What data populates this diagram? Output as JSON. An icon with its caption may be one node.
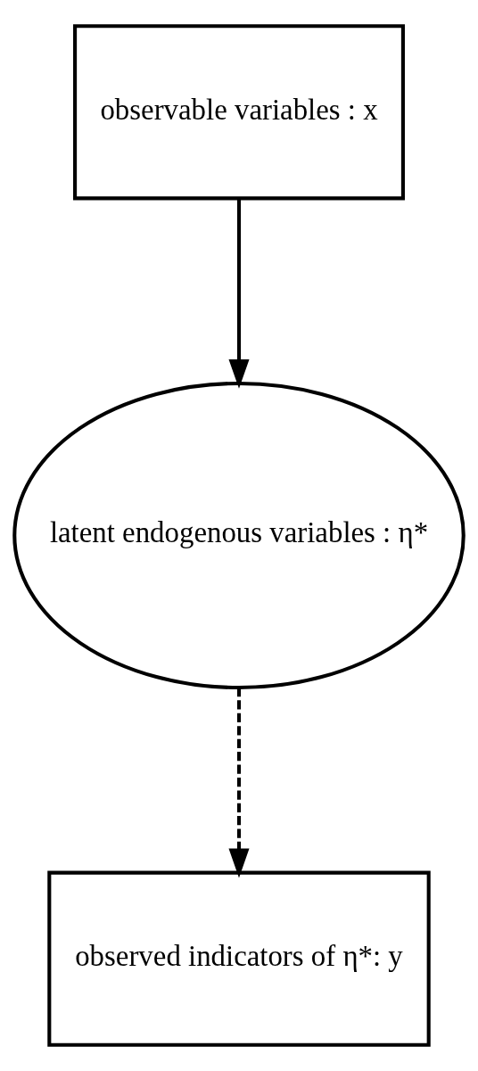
{
  "diagram": {
    "nodes": [
      {
        "text": [
          "observable variables : x"
        ]
      },
      {
        "text": [
          "latent endogenous variables : η*"
        ]
      },
      {
        "text": [
          "observed indicators of η*: y"
        ]
      }
    ],
    "edges": [
      {
        "from": 0,
        "to": 1,
        "arrow": "to"
      },
      {
        "from": 1,
        "to": 2,
        "arrow": "to",
        "style": "dashed"
      }
    ]
  }
}
